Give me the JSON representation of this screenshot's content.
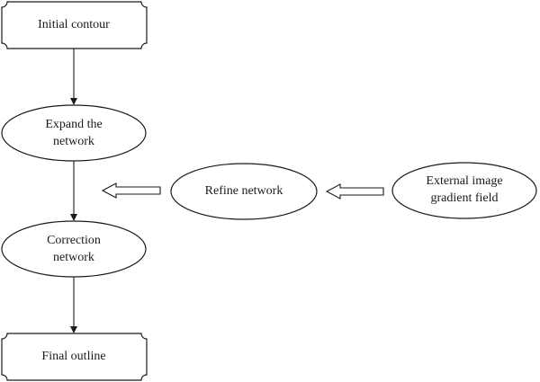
{
  "nodes": {
    "initial_contour": {
      "lines": [
        "Initial contour"
      ]
    },
    "expand_network": {
      "lines": [
        "Expand the",
        "network"
      ]
    },
    "correction_network": {
      "lines": [
        "Correction",
        "network"
      ]
    },
    "final_outline": {
      "lines": [
        "Final outline"
      ]
    },
    "refine_network": {
      "lines": [
        "Refine network"
      ]
    },
    "external_field": {
      "lines": [
        "External image",
        "gradient field"
      ]
    }
  }
}
